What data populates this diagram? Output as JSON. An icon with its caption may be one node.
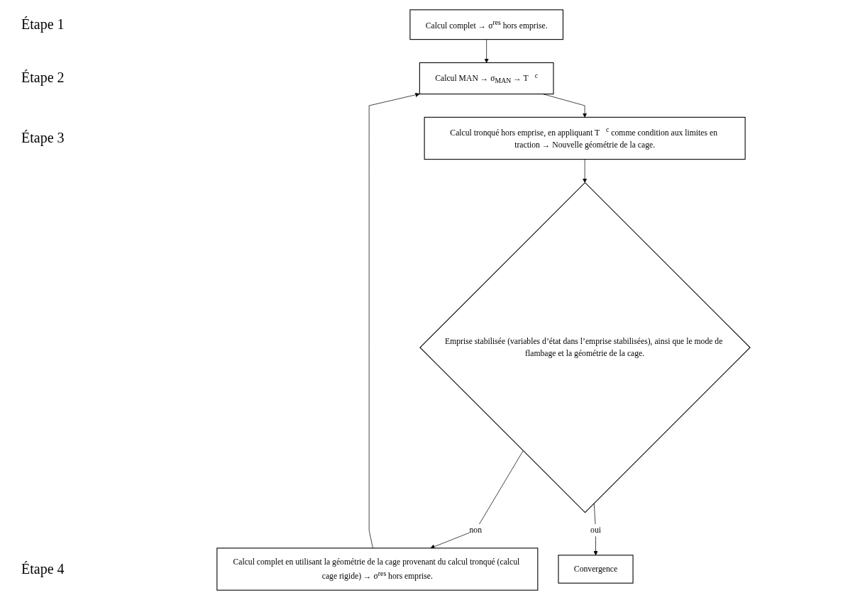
{
  "diagram": {
    "nodes": [
      {
        "text": [
          "Calcul complet → σ$^{res}$ hors emprise."
        ]
      },
      {
        "text": [
          "Calcul MAN → σ$_{MAN}$ → T⃗$^{c}$"
        ]
      },
      {
        "text": [
          "Calcul tronqué hors emprise, en appliquant T⃗$^{c}$ comme condition aux limites en traction → Nouvelle géométrie de la cage."
        ]
      },
      {
        "text": [
          "Emprise stabilisée (variables d’état dans l’emprise stabilisées), ainsi que le mode de flambage et la géométrie de la cage."
        ]
      },
      {
        "text": [
          "Calcul complet en utilisant la géométrie de la cage provenant du calcul tronqué (calcul cage rigide) → σ$^{res}$ hors emprise."
        ]
      },
      {
        "text": [
          "Convergence"
        ]
      }
    ],
    "edges": [
      {
        "from": 0,
        "to": 1,
        "arrow": "to"
      },
      {
        "from": 1,
        "to": 2,
        "arrow": "to"
      },
      {
        "from": 2,
        "to": 3,
        "arrow": "to"
      },
      {
        "from": 3,
        "to": 4,
        "arrow": "to",
        "label": "non"
      },
      {
        "from": 3,
        "to": 5,
        "arrow": "to",
        "label": "oui"
      },
      {
        "from": 4,
        "to": 1,
        "arrow": "to"
      }
    ],
    "labels": [
      "Étape 1",
      "Étape 2",
      "Étape 3",
      "Étape 4"
    ]
  }
}
